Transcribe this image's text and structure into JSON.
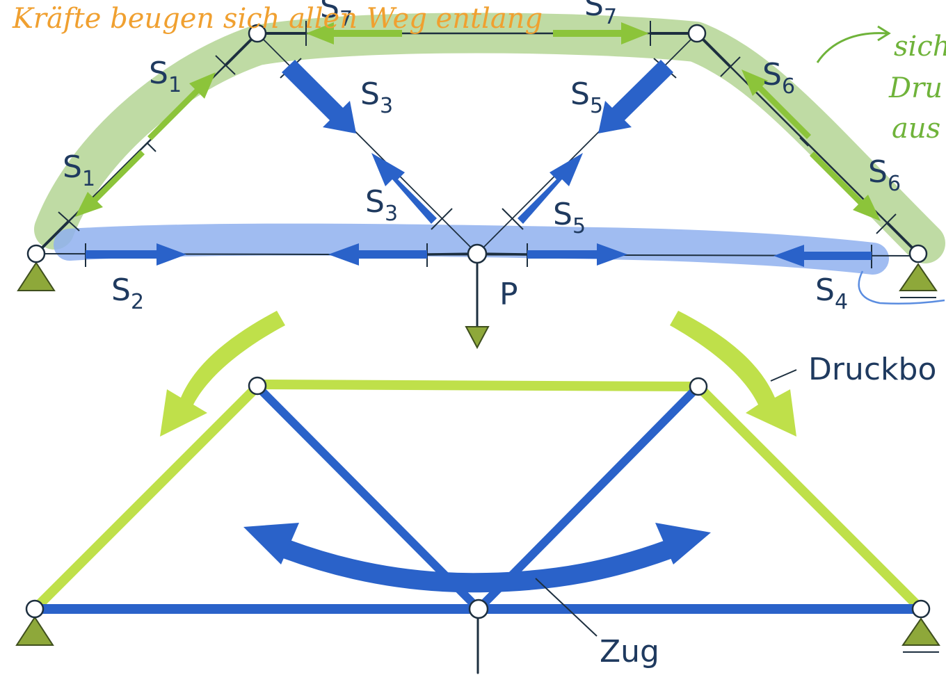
{
  "labels": {
    "s1_upper": "S",
    "s1_upper_sub": "1",
    "s1_lower": "S",
    "s1_lower_sub": "1",
    "s3_upper": "S",
    "s3_upper_sub": "3",
    "s3_lower": "S",
    "s3_lower_sub": "3",
    "s5_upper": "S",
    "s5_upper_sub": "5",
    "s5_lower": "S",
    "s5_lower_sub": "5",
    "s6_upper": "S",
    "s6_upper_sub": "6",
    "s6_lower": "S",
    "s6_lower_sub": "6",
    "s7_left": "S",
    "s7_left_sub": "7",
    "s7_right": "S",
    "s7_right_sub": "7",
    "s2": "S",
    "s2_sub": "2",
    "s4": "S",
    "s4_sub": "4",
    "load": "P",
    "compression_label": "Druckbo",
    "tension_label": "Zug"
  },
  "annotations": {
    "top_handwriting": "Kräfte beugen sich allen Weg entlang",
    "right_handwriting_1": "sich",
    "right_handwriting_2": "Dru",
    "right_handwriting_3": "aus"
  },
  "colors": {
    "compression": "#bfe04a",
    "tension": "#2a62c9",
    "highlight_green": "#a9cf86",
    "highlight_blue": "#8fb0ee",
    "member_dark": "#1d2f3f",
    "support": "#8ea83a",
    "label": "#1f3a5f",
    "handwriting_orange": "#f0a030",
    "handwriting_green": "#6fb33a"
  }
}
